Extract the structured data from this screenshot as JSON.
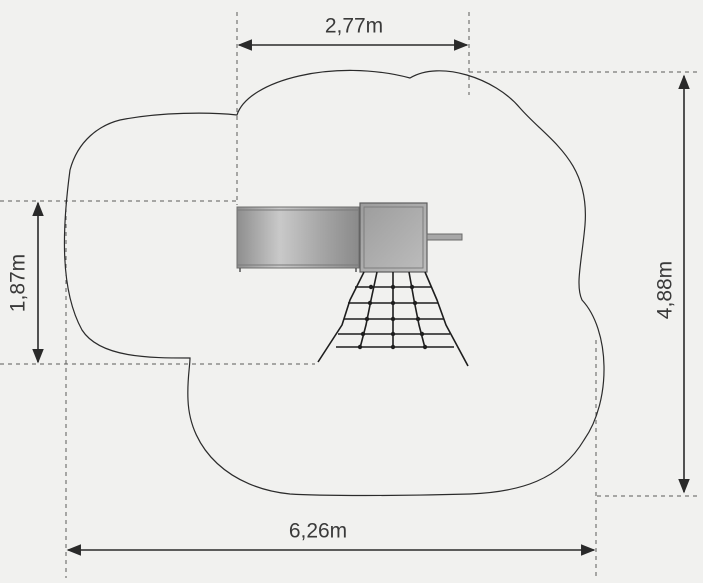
{
  "diagram": {
    "dimensions": {
      "top_width": "2,77m",
      "total_width": "6,26m",
      "total_height": "4,88m",
      "left_height": "1,87m"
    },
    "colors": {
      "background": "#f1f1ef",
      "outline": "#2e2e2e",
      "dashed": "#555555",
      "slide": "#b4b4b4",
      "platform": "#a9a9a9",
      "net": "#1e1e1e"
    },
    "parts": [
      "safety-zone-outline",
      "slide",
      "platform",
      "climbing-net",
      "handle-bar"
    ]
  }
}
